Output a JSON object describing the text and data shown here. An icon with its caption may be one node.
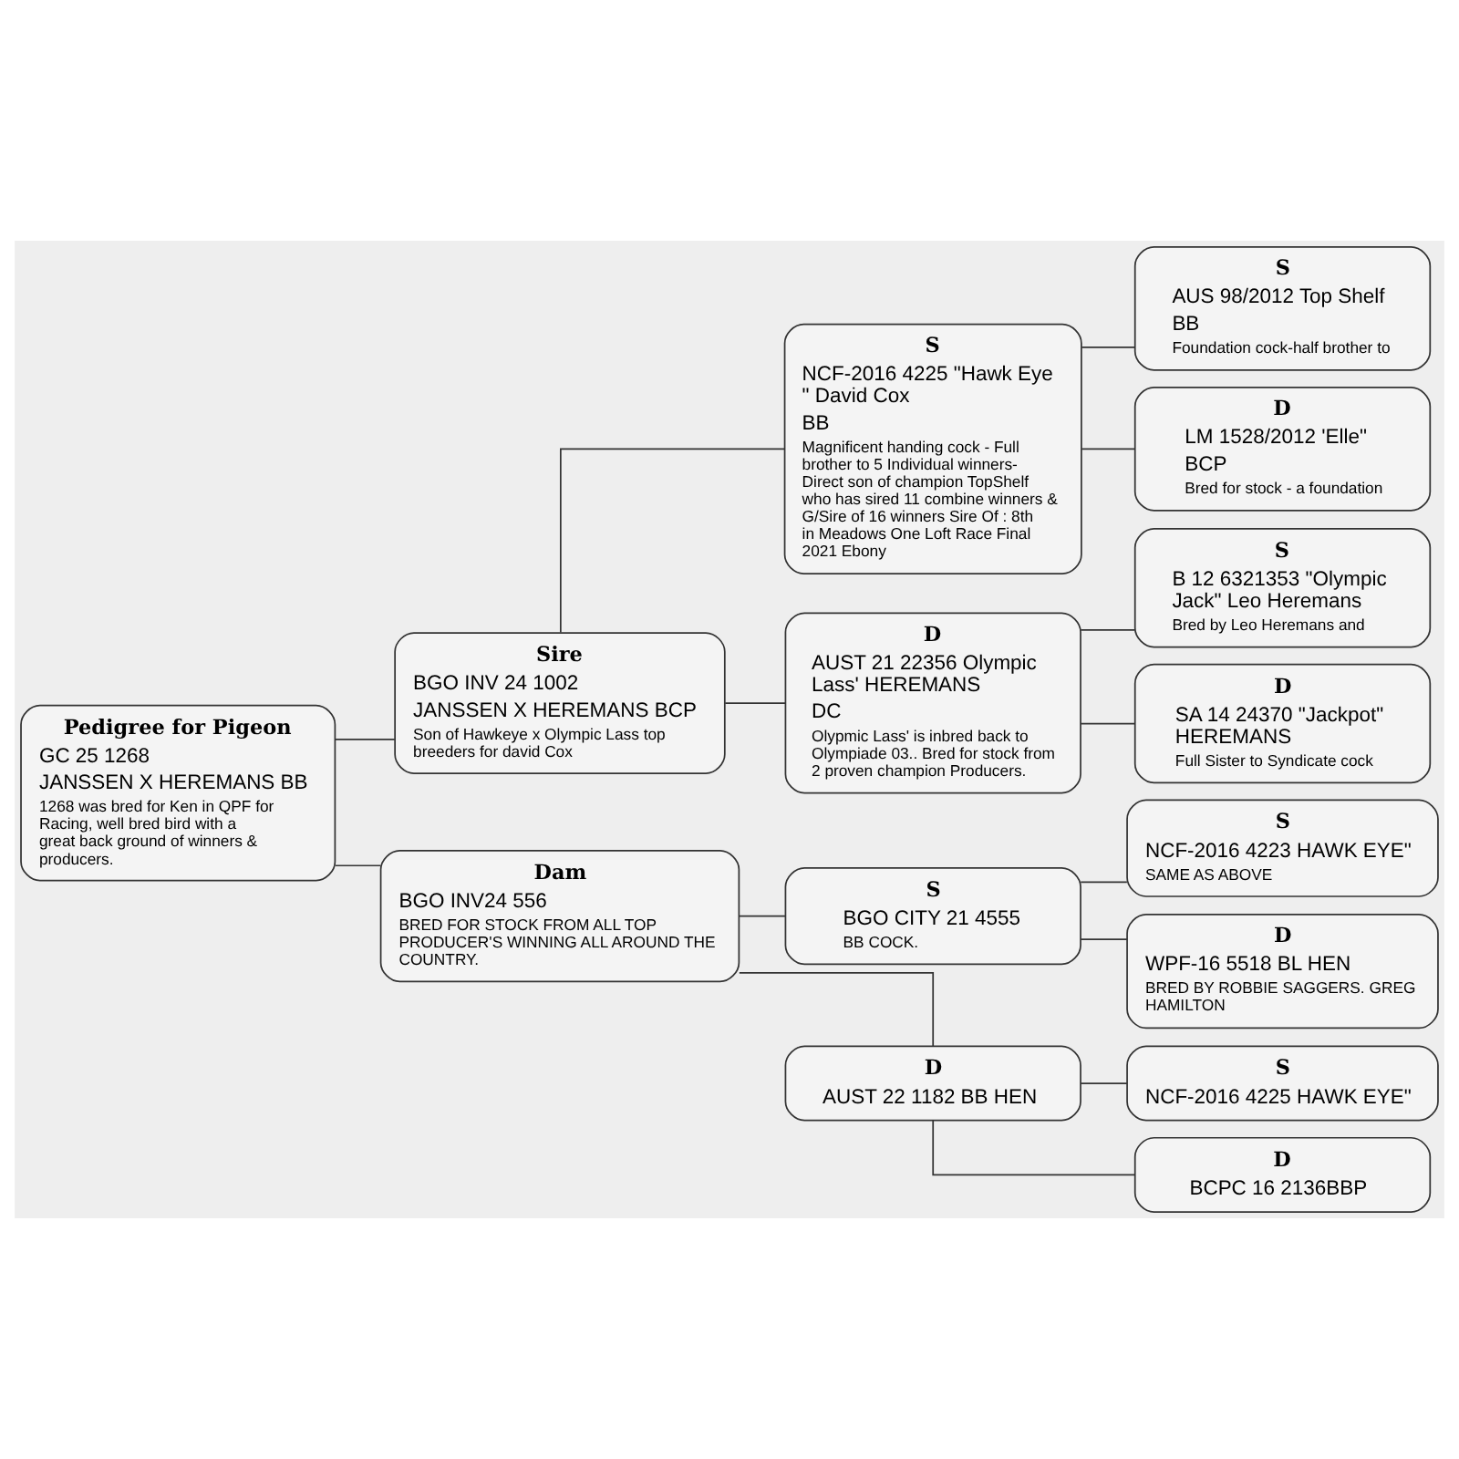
{
  "diagram": {
    "nodes": [
      {
        "text": [
          "Pedigree for Pigeon",
          "GC 25 1268",
          "JANSSEN X HEREMANS BB",
          "1268 was bred for Ken in QPF for Racing, well bred bird with a great back ground of winners & producers."
        ]
      },
      {
        "text": [
          "Sire",
          "BGO INV 24 1002",
          "JANSSEN X HEREMANS BCP",
          "Son of Hawkeye x Olympic Lass top breeders for david Cox"
        ]
      },
      {
        "text": [
          "S",
          "NCF-2016 4225 \"Hawk Eye \" David Cox",
          "BB",
          "Magnificent handing cock - Full brother to 5 Individual winners-Direct son of champion TopShelf who has sired 11 combine winners & G/Sire of 16 winners Sire Of : 8th in Meadows One Loft Race Final 2021 Ebony"
        ]
      },
      {
        "text": [
          "S",
          "AUS 98/2012 Top Shelf",
          "BB",
          "Foundation cock-half brother to"
        ]
      },
      {
        "text": [
          "D",
          "LM 1528/2012 'Elle\"",
          "BCP",
          "Bred for stock - a foundation"
        ]
      },
      {
        "text": [
          "D",
          "AUST 21 22356 Olympic Lass' HEREMANS",
          "DC",
          "Olypmic Lass' is inbred back to Olympiade 03.. Bred for stock from 2 proven champion Producers."
        ]
      },
      {
        "text": [
          "S",
          "B 12 6321353 \"Olympic Jack\" Leo Heremans",
          "Bred by Leo Heremans and"
        ]
      },
      {
        "text": [
          "D",
          "SA 14 24370 \"Jackpot\" HEREMANS",
          "Full Sister to Syndicate cock"
        ]
      },
      {
        "text": [
          "Dam",
          "BGO INV24 556",
          "BRED FOR STOCK FROM ALL TOP PRODUCER'S WINNING ALL AROUND THE COUNTRY."
        ]
      },
      {
        "text": [
          "S",
          "BGO CITY 21 4555",
          "BB COCK."
        ]
      },
      {
        "text": [
          "S",
          "NCF-2016 4223 HAWK EYE\"",
          "SAME AS ABOVE"
        ]
      },
      {
        "text": [
          "D",
          "WPF-16 5518 BL HEN",
          "BRED BY ROBBIE SAGGERS. GREG HAMILTON"
        ]
      },
      {
        "text": [
          "D",
          "AUST 22 1182 BB HEN"
        ]
      },
      {
        "text": [
          "S",
          "NCF-2016 4225 HAWK EYE\""
        ]
      },
      {
        "text": [
          "D",
          "BCPC 16 2136BBP"
        ]
      }
    ],
    "edges": [
      {
        "from": 0,
        "to": 1,
        "arrow": "none"
      },
      {
        "from": 0,
        "to": 8,
        "arrow": "none"
      },
      {
        "from": 1,
        "to": 2,
        "arrow": "none"
      },
      {
        "from": 1,
        "to": 5,
        "arrow": "none"
      },
      {
        "from": 2,
        "to": 3,
        "arrow": "none"
      },
      {
        "from": 2,
        "to": 4,
        "arrow": "none"
      },
      {
        "from": 5,
        "to": 6,
        "arrow": "none"
      },
      {
        "from": 5,
        "to": 7,
        "arrow": "none"
      },
      {
        "from": 8,
        "to": 9,
        "arrow": "none"
      },
      {
        "from": 8,
        "to": 12,
        "arrow": "none"
      },
      {
        "from": 9,
        "to": 10,
        "arrow": "none"
      },
      {
        "from": 9,
        "to": 11,
        "arrow": "none"
      },
      {
        "from": 12,
        "to": 13,
        "arrow": "none"
      },
      {
        "from": 12,
        "to": 14,
        "arrow": "none"
      }
    ]
  }
}
